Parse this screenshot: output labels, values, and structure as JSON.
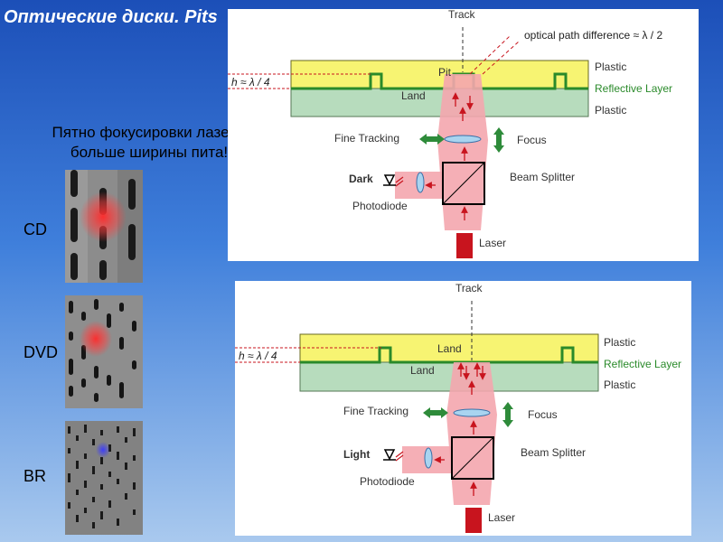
{
  "slide": {
    "title": "Оптические диски. Pits",
    "note": "Пятно фокусировки лазера больше ширины пита!",
    "labels": {
      "cd": "CD",
      "dvd": "DVD",
      "br": "BR"
    }
  },
  "diagram_top": {
    "track": "Track",
    "opd": "optical path difference ≈ λ / 2",
    "h": "h ≈ λ / 4",
    "pit": "Pit",
    "land": "Land",
    "plastic_top": "Plastic",
    "reflective": "Reflective Layer",
    "plastic_bottom": "Plastic",
    "fine_tracking": "Fine Tracking",
    "focus": "Focus",
    "dark": "Dark",
    "beam_splitter": "Beam Splitter",
    "photodiode": "Photodiode",
    "laser": "Laser"
  },
  "diagram_bottom": {
    "track": "Track",
    "h": "h ≈ λ / 4",
    "land_top": "Land",
    "land": "Land",
    "plastic_top": "Plastic",
    "reflective": "Reflective Layer",
    "plastic_bottom": "Plastic",
    "fine_tracking": "Fine Tracking",
    "focus": "Focus",
    "light": "Light",
    "beam_splitter": "Beam Splitter",
    "photodiode": "Photodiode",
    "laser": "Laser"
  },
  "colors": {
    "plastic_top": "#f7f472",
    "plastic_bottom": "#b7dcbd",
    "reflective": "#2a8a2a",
    "beam": "#f4a6ae",
    "laser": "#c8141e",
    "arrow_green": "#2e8b3a",
    "lens": "#a9d4f0"
  }
}
